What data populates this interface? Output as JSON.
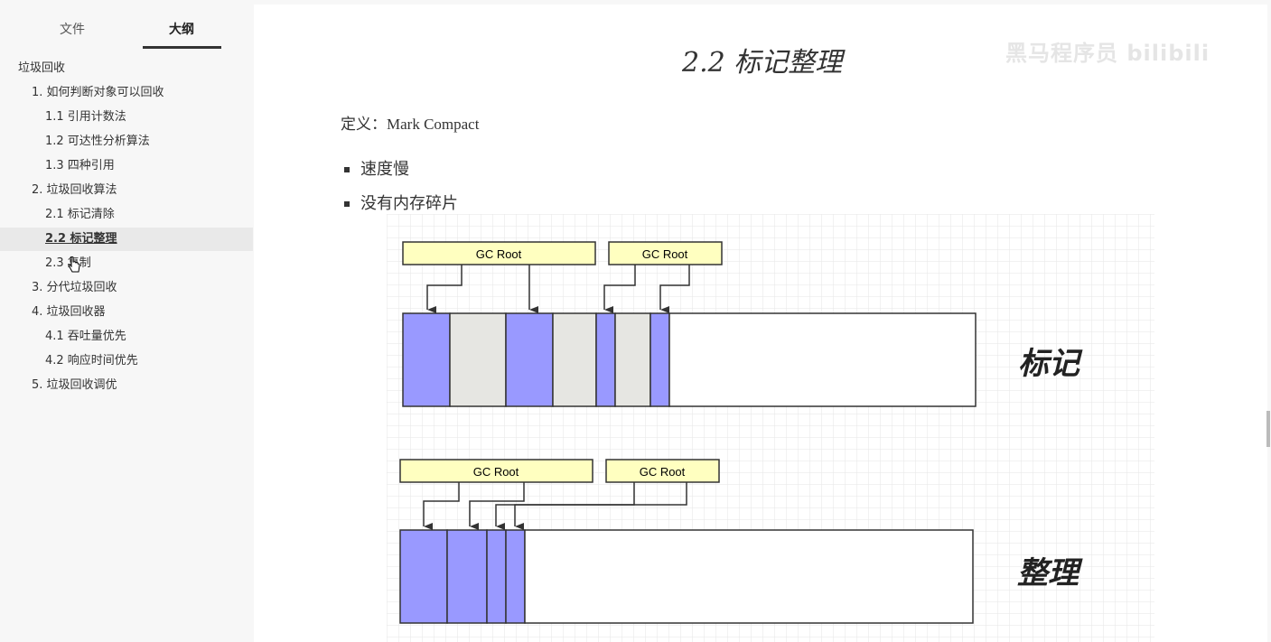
{
  "sidebar": {
    "tabs": [
      {
        "label": "文件"
      },
      {
        "label": "大纲"
      }
    ],
    "items": [
      {
        "label": "垃圾回收"
      },
      {
        "label": "1. 如何判断对象可以回收"
      },
      {
        "label": "1.1 引用计数法"
      },
      {
        "label": "1.2 可达性分析算法"
      },
      {
        "label": "1.3 四种引用"
      },
      {
        "label": "2. 垃圾回收算法"
      },
      {
        "label": "2.1 标记清除"
      },
      {
        "label": "2.2 标记整理"
      },
      {
        "label": "2.3 复制"
      },
      {
        "label": "3. 分代垃圾回收"
      },
      {
        "label": "4. 垃圾回收器"
      },
      {
        "label": "4.1 吞吐量优先"
      },
      {
        "label": "4.2 响应时间优先"
      },
      {
        "label": "5. 垃圾回收调优"
      }
    ],
    "active_index": 7
  },
  "content": {
    "title": "2.2 标记整理",
    "watermark": "黑马程序员 bilibili",
    "definition": "定义：Mark Compact",
    "bullets": [
      "速度慢",
      "没有内存碎片"
    ]
  },
  "diagram": {
    "gc_root_label": "GC Root",
    "mark_label": "标记",
    "compact_label": "整理",
    "colors": {
      "live": "#9999ff",
      "garbage": "#e6e6e2",
      "free": "#ffffff",
      "root_box": "#ffffc0",
      "grid": "#e8e8e8"
    }
  }
}
